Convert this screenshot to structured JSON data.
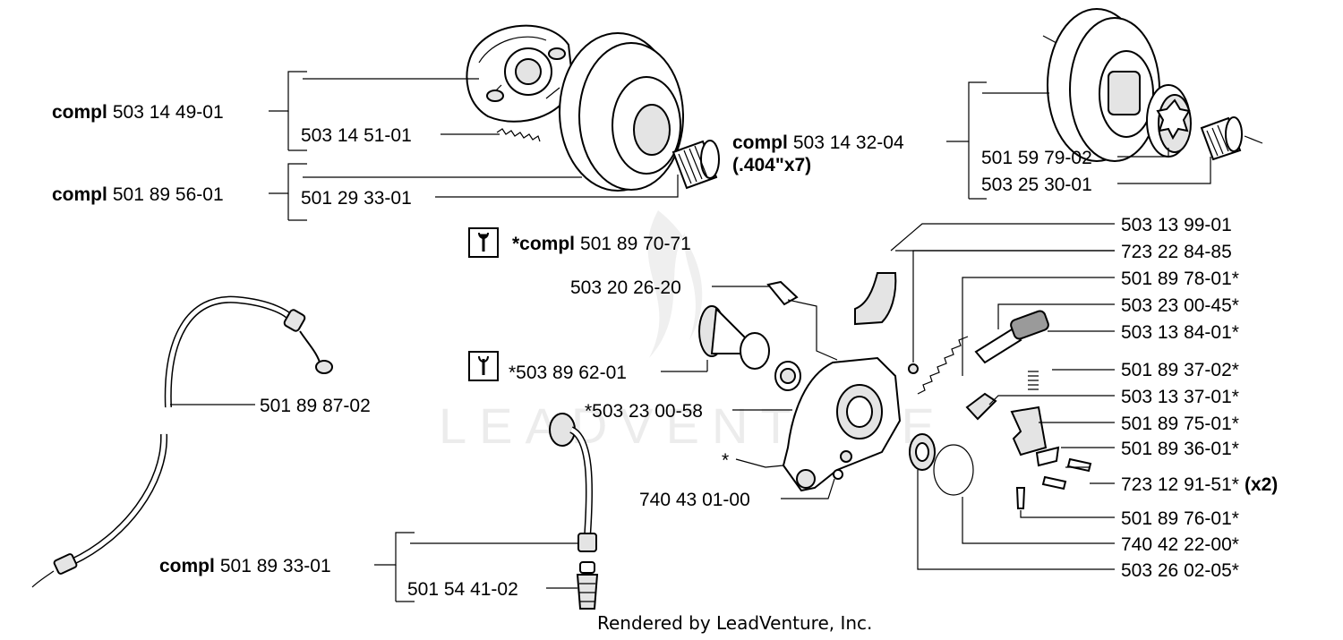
{
  "watermark": "LEADVENTURE",
  "footer": "Rendered by LeadVenture, Inc.",
  "labels": {
    "clutch_compl": {
      "prefix": "compl",
      "number": "503 14 49-01"
    },
    "clutch_spring": "503 14 51-01",
    "drum_compl": {
      "prefix": "compl",
      "number": "501 89 56-01"
    },
    "needle_bearing": "501 29 33-01",
    "rim_drum_compl": {
      "prefix": "compl",
      "number": "503 14 32-04",
      "note": "(.404\"x7)"
    },
    "rim_sprocket": "501 59 79-02",
    "rim_bearing": "503 25 30-01",
    "pump_kit": {
      "prefix": "*compl",
      "number": "501 89 70-71"
    },
    "screw_top": "503 20 26-20",
    "worm_gear": "*503 89 62-01",
    "washer": "*503 23 00-58",
    "asterisk": "*",
    "small_washer": "740 43 01-00",
    "oil_hose": "501 89 87-02",
    "suction_compl": {
      "prefix": "compl",
      "number": "501 89 33-01"
    },
    "oil_filter": "501 54 41-02",
    "r1": "503 13 99-01",
    "r2": "723 22 84-85",
    "r3": "501 89 78-01*",
    "r4": "503 23 00-45*",
    "r5": "503 13 84-01*",
    "r6": "501 89 37-02*",
    "r7": "503 13 37-01*",
    "r8": "501 89 75-01*",
    "r9": "501 89 36-01*",
    "r10": "723 12 91-51*",
    "r10_qty": "(x2)",
    "r11": "501 89 76-01*",
    "r12": "740 42 22-00*",
    "r13": "503 26 02-05*"
  }
}
